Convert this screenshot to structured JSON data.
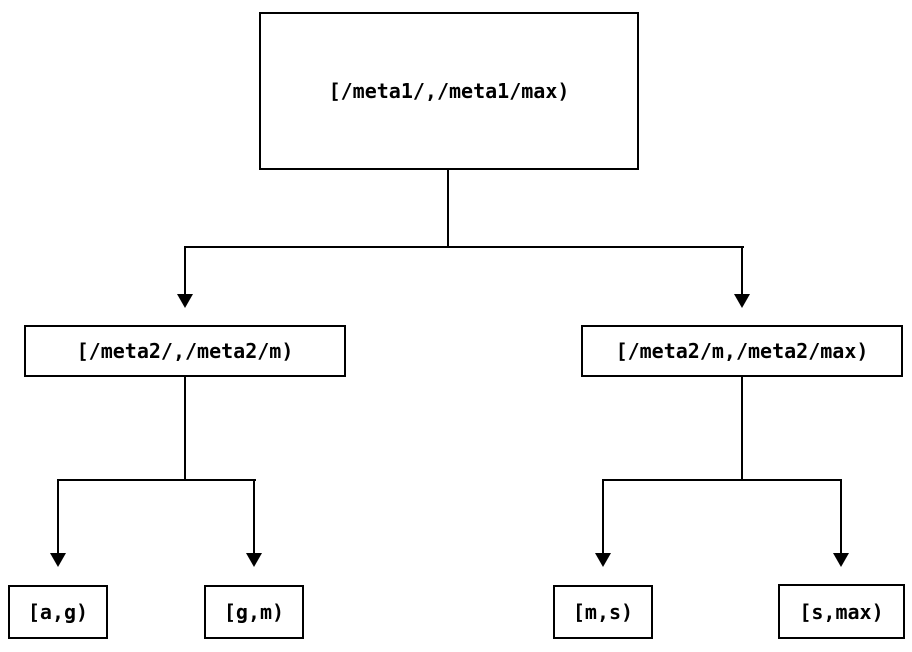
{
  "diagram": {
    "type": "tree",
    "nodes": {
      "root": {
        "label": "[/meta1/,/meta1/max)"
      },
      "left": {
        "label": "[/meta2/,/meta2/m)"
      },
      "right": {
        "label": "[/meta2/m,/meta2/max)"
      },
      "leaf_ag": {
        "label": "[a,g)"
      },
      "leaf_gm": {
        "label": "[g,m)"
      },
      "leaf_ms": {
        "label": "[m,s)"
      },
      "leaf_smax": {
        "label": "[s,max)"
      }
    },
    "edges": [
      {
        "from": "root",
        "to": "left"
      },
      {
        "from": "root",
        "to": "right"
      },
      {
        "from": "left",
        "to": "leaf_ag"
      },
      {
        "from": "left",
        "to": "leaf_gm"
      },
      {
        "from": "right",
        "to": "leaf_ms"
      },
      {
        "from": "right",
        "to": "leaf_smax"
      }
    ]
  },
  "colors": {
    "background": "#ffffff",
    "line": "#000000",
    "box_border": "#000000",
    "text": "#000000"
  }
}
